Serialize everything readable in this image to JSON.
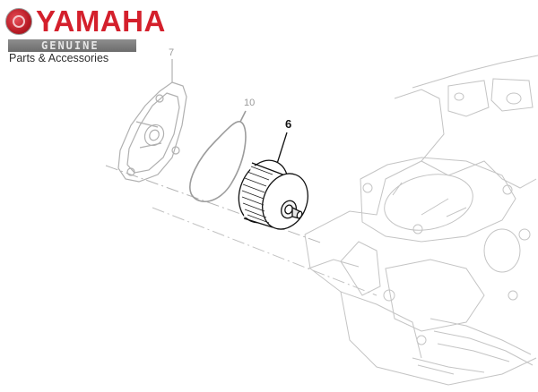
{
  "brand": {
    "name": "YAMAHA",
    "badge": "GENUINE",
    "subtitle": "Parts & Accessories",
    "colors": {
      "red": "#d4202c",
      "bar_gray": "#7a7a7a",
      "text_dark": "#2d2d2d"
    }
  },
  "diagram": {
    "type": "exploded-parts-view",
    "parts": [
      {
        "callout": "7",
        "part": "oil-filter-cover",
        "highlighted": false
      },
      {
        "callout": "10",
        "part": "o-ring",
        "highlighted": false
      },
      {
        "callout": "6",
        "part": "oil-filter-element",
        "highlighted": true
      }
    ],
    "colors": {
      "faded_line": "#b5b5b5",
      "highlight_line": "#111111",
      "label_gray": "#9a9a9a"
    }
  }
}
